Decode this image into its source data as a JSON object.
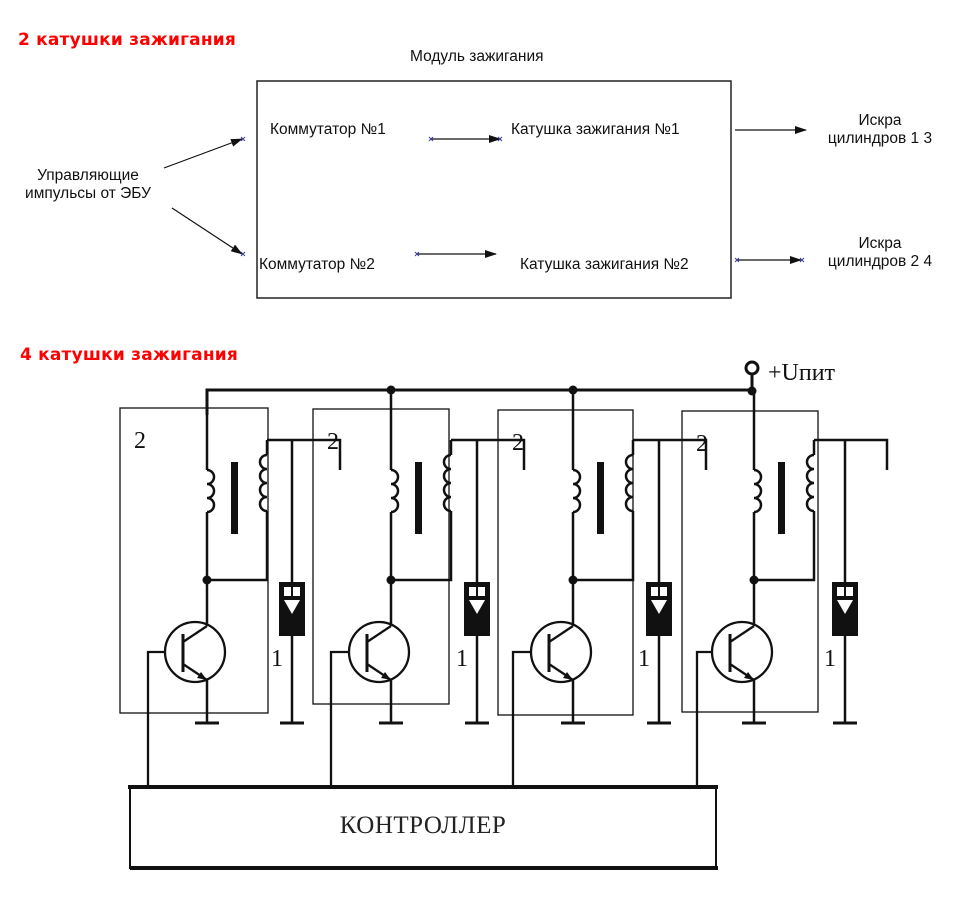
{
  "section1": {
    "heading": "2 катушки зажигания",
    "module_title": "Модуль зажигания",
    "input_label_line1": "Управляющие",
    "input_label_line2": "импульсы от ЭБУ",
    "commutator1": "Коммутатор №1",
    "commutator2": "Коммутатор №2",
    "coil1": "Катушка зажигания №1",
    "coil2": "Катушка зажигания №2",
    "spark1_line1": "Искра",
    "spark1_line2": "цилиндров 1 3",
    "spark2_line1": "Искра",
    "spark2_line2": "цилиндров 2 4"
  },
  "section2": {
    "heading": "4 катушки зажигания",
    "supply_label": "+Uпит",
    "controller_label": "КОНТРОЛЛЕР",
    "channels": [
      {
        "module_label": "2",
        "plug_label": "1"
      },
      {
        "module_label": "2",
        "plug_label": "1"
      },
      {
        "module_label": "2",
        "plug_label": "1"
      },
      {
        "module_label": "2",
        "plug_label": "1"
      }
    ]
  },
  "colors": {
    "heading": "#ff0000",
    "line": "#111111",
    "marker": "#3a3aa0"
  }
}
